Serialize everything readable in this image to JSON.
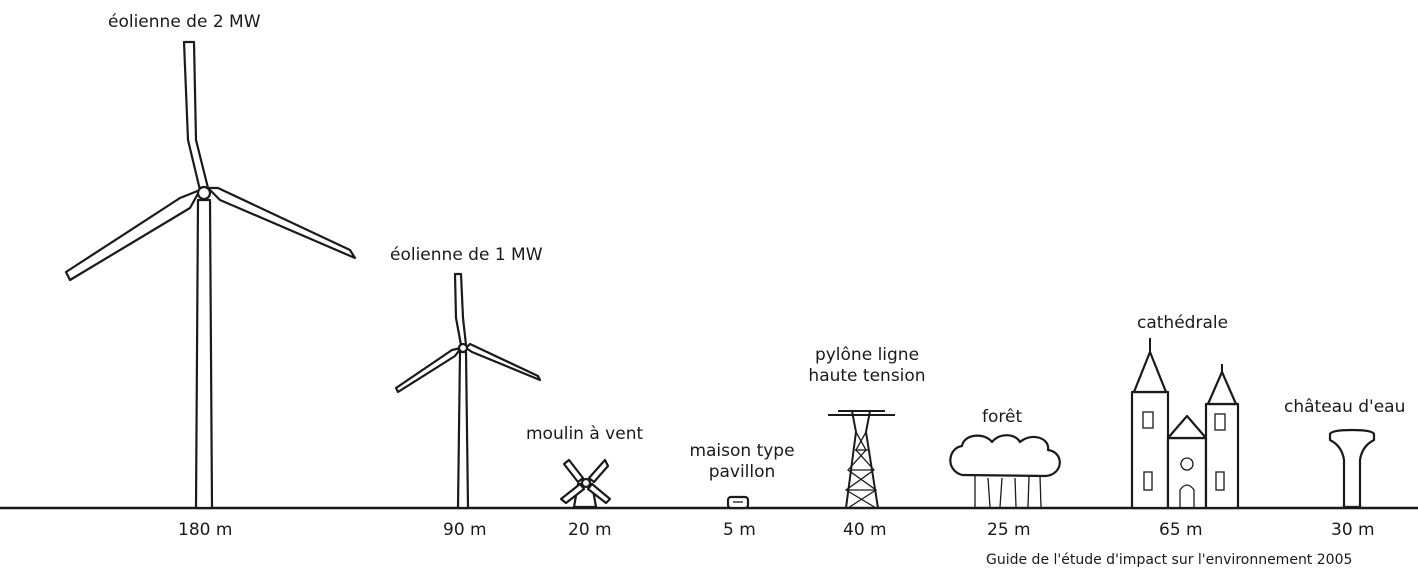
{
  "objects": [
    {
      "label": "éolienne de 2 MW",
      "height": "180 m"
    },
    {
      "label": "éolienne de 1 MW",
      "height": "90 m"
    },
    {
      "label": "moulin à vent",
      "height": "20 m"
    },
    {
      "label_lines": [
        "maison type",
        "pavillon"
      ],
      "height": "5 m"
    },
    {
      "label_lines": [
        "pylône ligne",
        "haute tension"
      ],
      "height": "40 m"
    },
    {
      "label": "forêt",
      "height": "25 m"
    },
    {
      "label": "cathédrale",
      "height": "65 m"
    },
    {
      "label": "château d'eau",
      "height": "30 m"
    }
  ],
  "source": "Guide de l'étude d'impact sur l'environnement 2005"
}
